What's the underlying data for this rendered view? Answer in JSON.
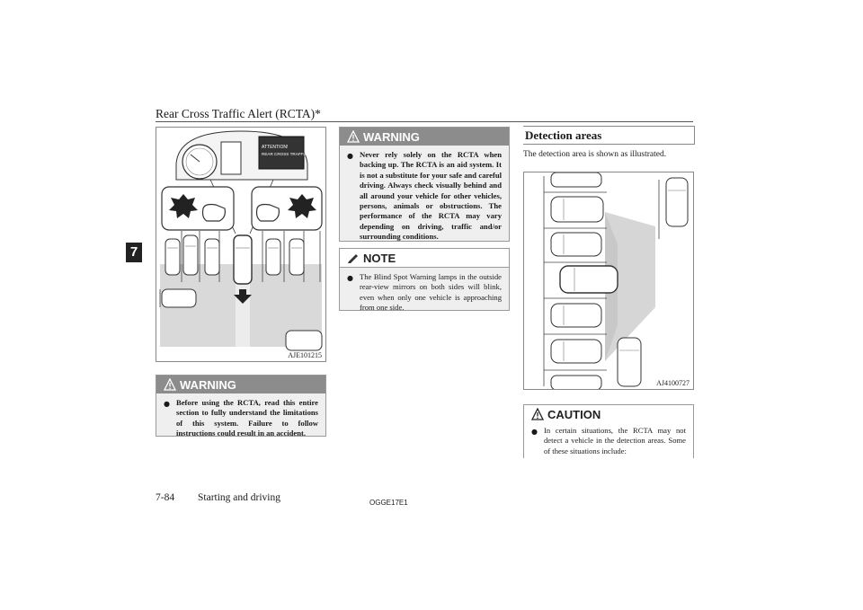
{
  "header": {
    "title": "Rear Cross Traffic Alert (RCTA)*",
    "chapter_tab": "7"
  },
  "figure1": {
    "code": "AJE101215",
    "display_text_line1": "ATTENTION!",
    "display_text_line2": "REAR CROSS TRAFFIC"
  },
  "warning1": {
    "label": "WARNING",
    "text": "Before using the RCTA, read this entire section to fully understand the limitations of this system. Failure to follow instructions could result in an accident."
  },
  "warning2": {
    "label": "WARNING",
    "text": "Never rely solely on the RCTA when backing up. The RCTA is an aid system. It is not a substitute for your safe and careful driving. Always check visually behind and all around your vehicle for other vehicles, persons, animals or obstructions. The performance of the RCTA may vary depending on driving, traffic and/or surrounding conditions."
  },
  "note": {
    "label": "NOTE",
    "text": "The Blind Spot Warning lamps in the outside rear-view mirrors on both sides will blink, even when only one vehicle is approaching from one side."
  },
  "section": {
    "title": "Detection areas",
    "intro": "The detection area is shown as illustrated."
  },
  "figure2": {
    "code": "AJ4100727"
  },
  "caution": {
    "label": "CAUTION",
    "text": "In certain situations, the RCTA may not detect a vehicle in the detection areas. Some of these situations include:"
  },
  "footer": {
    "page": "7-84",
    "section": "Starting and driving",
    "code": "OGGE17E1"
  },
  "colors": {
    "box_header": "#8c8c8c",
    "box_body": "#efefef",
    "detection_zone": "#d6d6d6"
  }
}
